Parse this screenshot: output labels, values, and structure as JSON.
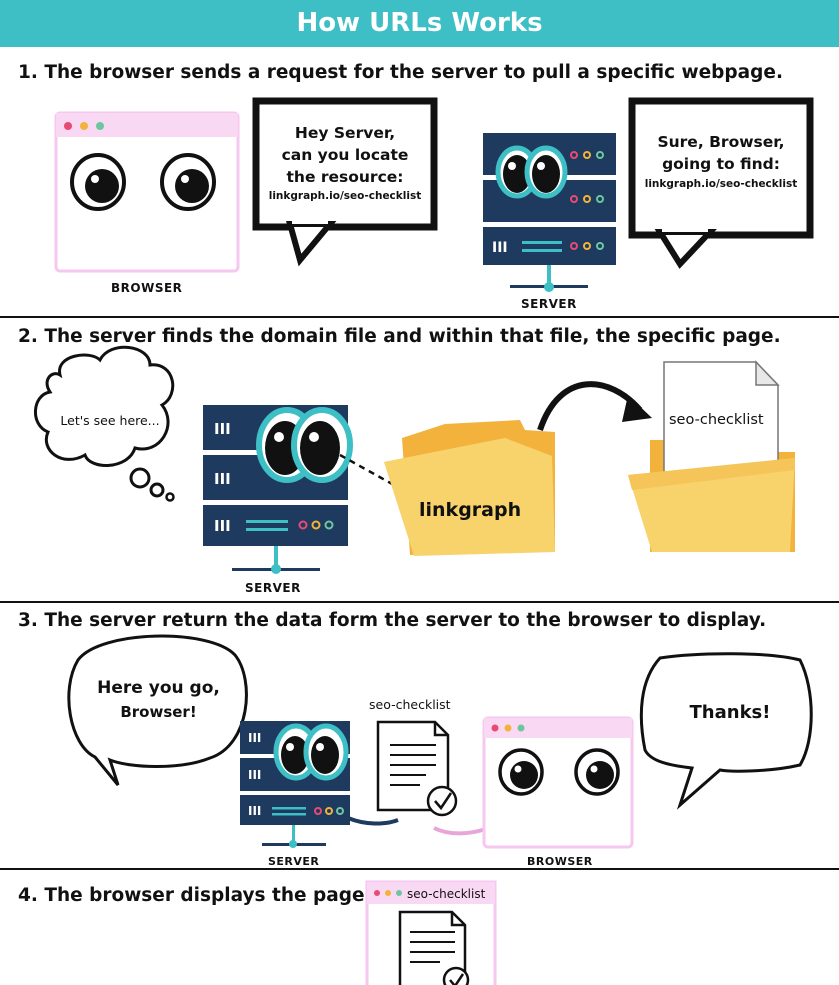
{
  "header": {
    "title": "How URLs Works"
  },
  "colors": {
    "accent": "#3dbfc5",
    "server": "#1f3a5f",
    "folder": "#f5c55a",
    "browser_bar": "#f9d8f3"
  },
  "step1": {
    "title": "1.  The browser sends a request for the server to pull a specific webpage.",
    "browser_caption": "BROWSER",
    "server_caption": "SERVER",
    "browser_bubble": {
      "line1": "Hey Server,",
      "line2": "can you locate",
      "line3": "the resource:",
      "url": "linkgraph.io/seo-checklist"
    },
    "server_bubble": {
      "line1": "Sure, Browser,",
      "line2": "going to find:",
      "url": "linkgraph.io/seo-checklist"
    }
  },
  "step2": {
    "title": "2. The server finds the domain file and within that file, the specific page.",
    "thought": "Let's see here...",
    "server_caption": "SERVER",
    "folder_label": "linkgraph",
    "page_label": "seo-checklist"
  },
  "step3": {
    "title": "3. The server return the data form the server to the browser to display.",
    "server_bubble": {
      "line1": "Here you go,",
      "line2": "Browser!"
    },
    "doc_label": "seo-checklist",
    "browser_bubble": "Thanks!",
    "server_caption": "SERVER",
    "browser_caption": "BROWSER"
  },
  "step4": {
    "title": "4. The browser displays the page.",
    "tab_label": "seo-checklist"
  }
}
